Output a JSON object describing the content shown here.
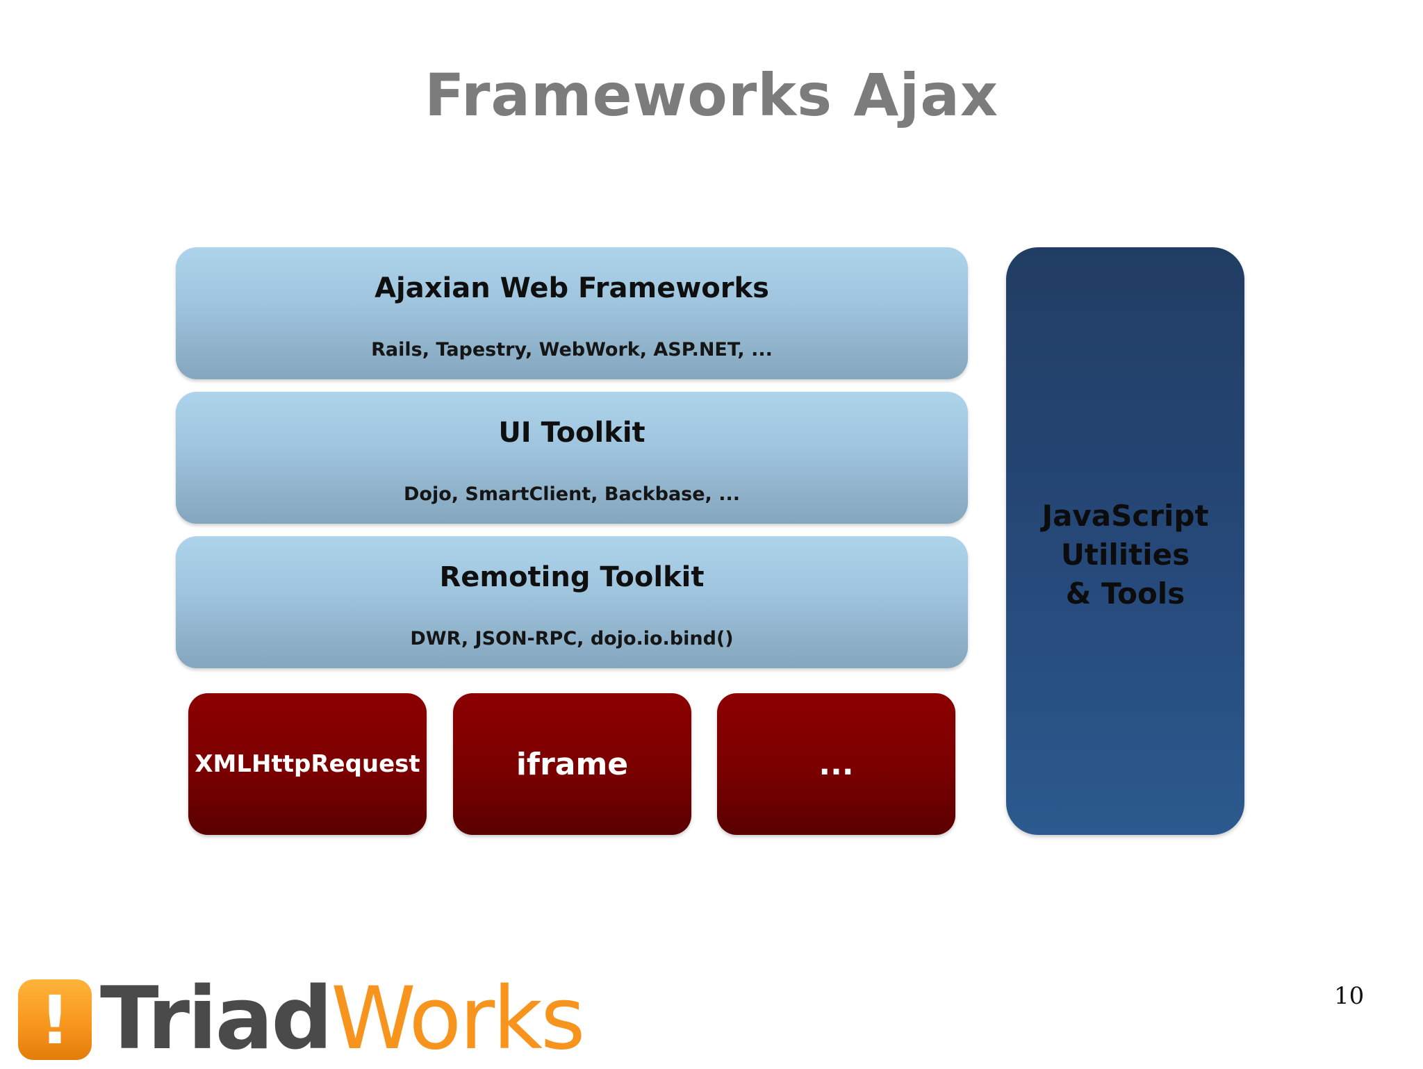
{
  "slide": {
    "title": "Frameworks Ajax",
    "page_number": "10"
  },
  "layers": [
    {
      "title": "Ajaxian Web Frameworks",
      "subtitle": "Rails, Tapestry, WebWork, ASP.NET, ..."
    },
    {
      "title": "UI Toolkit",
      "subtitle": "Dojo, SmartClient, Backbase, ..."
    },
    {
      "title": "Remoting Toolkit",
      "subtitle": "DWR, JSON-RPC, dojo.io.bind()"
    }
  ],
  "transports": [
    {
      "label": "XMLHttpRequest"
    },
    {
      "label": "iframe"
    },
    {
      "label": "..."
    }
  ],
  "side_block": {
    "lines": [
      "JavaScript",
      "Utilities",
      "& Tools"
    ]
  },
  "logo": {
    "mark": "!",
    "text_part1": "Triad",
    "text_part2": "Works",
    "colors": {
      "gray": "#4a4a4a",
      "orange": "#f7941d"
    }
  },
  "colors": {
    "title_gray": "#7c7c7c",
    "layer_blue": "#9ec3dc",
    "transport_red": "#7a0000",
    "side_navy": "#26497a"
  }
}
